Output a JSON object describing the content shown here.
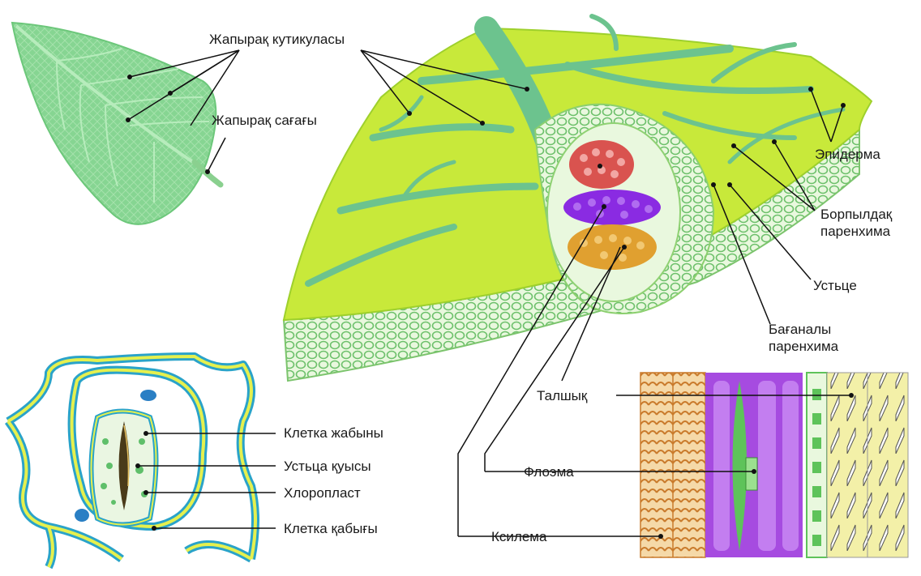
{
  "labels": {
    "cuticle": "Жапырақ кутикуласы",
    "petiole": "Жапырақ сағағы",
    "epidermis": "Эпидерма",
    "spongy": [
      "Борпылдақ",
      "паренхима"
    ],
    "stoma": "Устьце",
    "palisade": [
      "Бағаналы",
      "паренхима"
    ],
    "fiber": "Талшық",
    "phloem": "Флоэма",
    "xylem": "Ксилема",
    "guard_cell": "Клетка жабыны",
    "stoma_pore": "Устьца қуысы",
    "chloroplast": "Хлоропласт",
    "cell_wall": "Клетка қабығы"
  },
  "colors": {
    "leaf_light": "#7fd08a",
    "leaf_section": "#c8e93a",
    "vein": "#5fbf86",
    "epidermis_cells": "#d9f3c4",
    "xylem_red": "#d9534f",
    "phloem_purple": "#8a2be2",
    "fiber_orange": "#e0a030",
    "stoma_cell_wall": "#2aa3c9",
    "stoma_cell_fill": "#eaf6e2",
    "line": "#111111"
  }
}
